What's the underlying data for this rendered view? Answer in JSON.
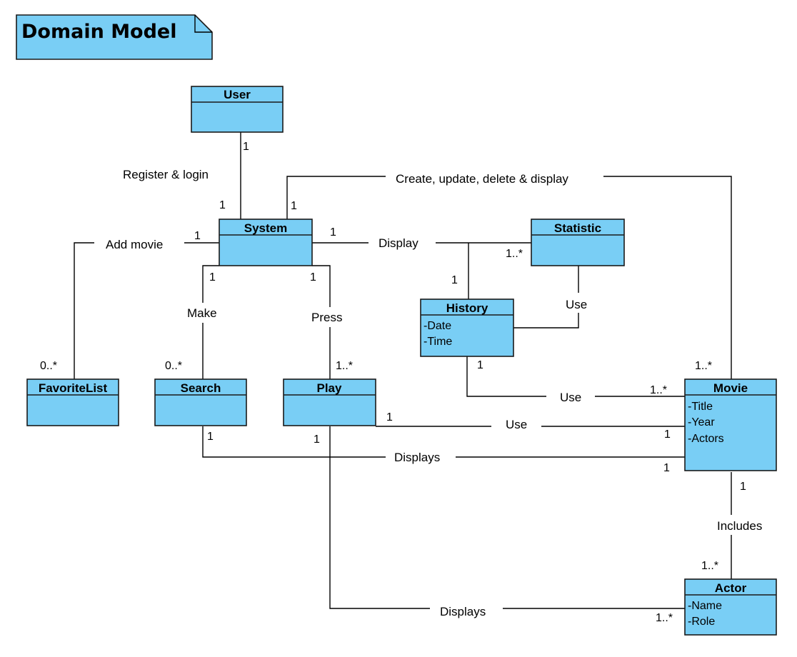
{
  "title": "Domain Model",
  "classes": {
    "user": {
      "name": "User",
      "attributes": []
    },
    "system": {
      "name": "System",
      "attributes": []
    },
    "statistic": {
      "name": "Statistic",
      "attributes": []
    },
    "history": {
      "name": "History",
      "attributes": [
        "-Date",
        "-Time"
      ]
    },
    "favorite_list": {
      "name": "FavoriteList",
      "attributes": []
    },
    "search": {
      "name": "Search",
      "attributes": []
    },
    "play": {
      "name": "Play",
      "attributes": []
    },
    "movie": {
      "name": "Movie",
      "attributes": [
        "-Title",
        "-Year",
        "-Actors"
      ]
    },
    "actor": {
      "name": "Actor",
      "attributes": [
        "-Name",
        "-Role"
      ]
    }
  },
  "associations": {
    "register": {
      "label": "Register & login",
      "mult_a": "1",
      "mult_b": "1"
    },
    "create": {
      "label": "Create, update, delete & display",
      "mult_a": "1",
      "mult_b": "1..*"
    },
    "add_movie": {
      "label": "Add movie",
      "mult_a": "1",
      "mult_b": "0..*"
    },
    "display": {
      "label": "Display",
      "mult_a": "1",
      "mult_b": "1..*",
      "mult_c": "1"
    },
    "make": {
      "label": "Make",
      "mult_a": "1",
      "mult_b": "0..*"
    },
    "press": {
      "label": "Press",
      "mult_a": "1",
      "mult_b": "1..*"
    },
    "stat_use": {
      "label": "Use"
    },
    "history_use": {
      "label": "Use",
      "mult_a": "1",
      "mult_b": "1..*"
    },
    "play_use": {
      "label": "Use",
      "mult_a": "1",
      "mult_b": "1"
    },
    "search_displays": {
      "label": "Displays",
      "mult_a": "1",
      "mult_b": "1"
    },
    "includes": {
      "label": "Includes",
      "mult_a": "1",
      "mult_b": "1..*"
    },
    "play_displays": {
      "label": "Displays",
      "mult_a": "1",
      "mult_b": "1..*"
    }
  }
}
